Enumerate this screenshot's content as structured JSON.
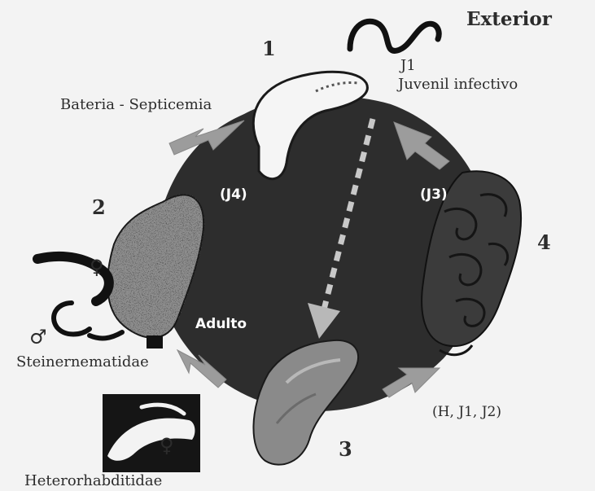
{
  "labels": {
    "exterior": "Exterior",
    "step1": "1",
    "step2": "2",
    "step3": "3",
    "step4": "4",
    "j1": "J1",
    "juvenil_infectivo": "Juvenil infectivo",
    "bateria": "Bateria - Septicemia",
    "j4": "(J4)",
    "j3": "(J3)",
    "adulto": "Adulto",
    "steinernematidae": "Steinernematidae",
    "heterorhabditidae": "Heterorhabditidae",
    "hj1j2": "(H, J1, J2)"
  },
  "icons": {
    "female_symbol": "♀",
    "male_symbol": "♂"
  },
  "colors": {
    "background": "#f3f3f3",
    "host_body": "#2d2d2d",
    "arrow": "#9c9c9c",
    "dashed_arrow": "#c8c8c8",
    "text": "#2c2c2c"
  }
}
